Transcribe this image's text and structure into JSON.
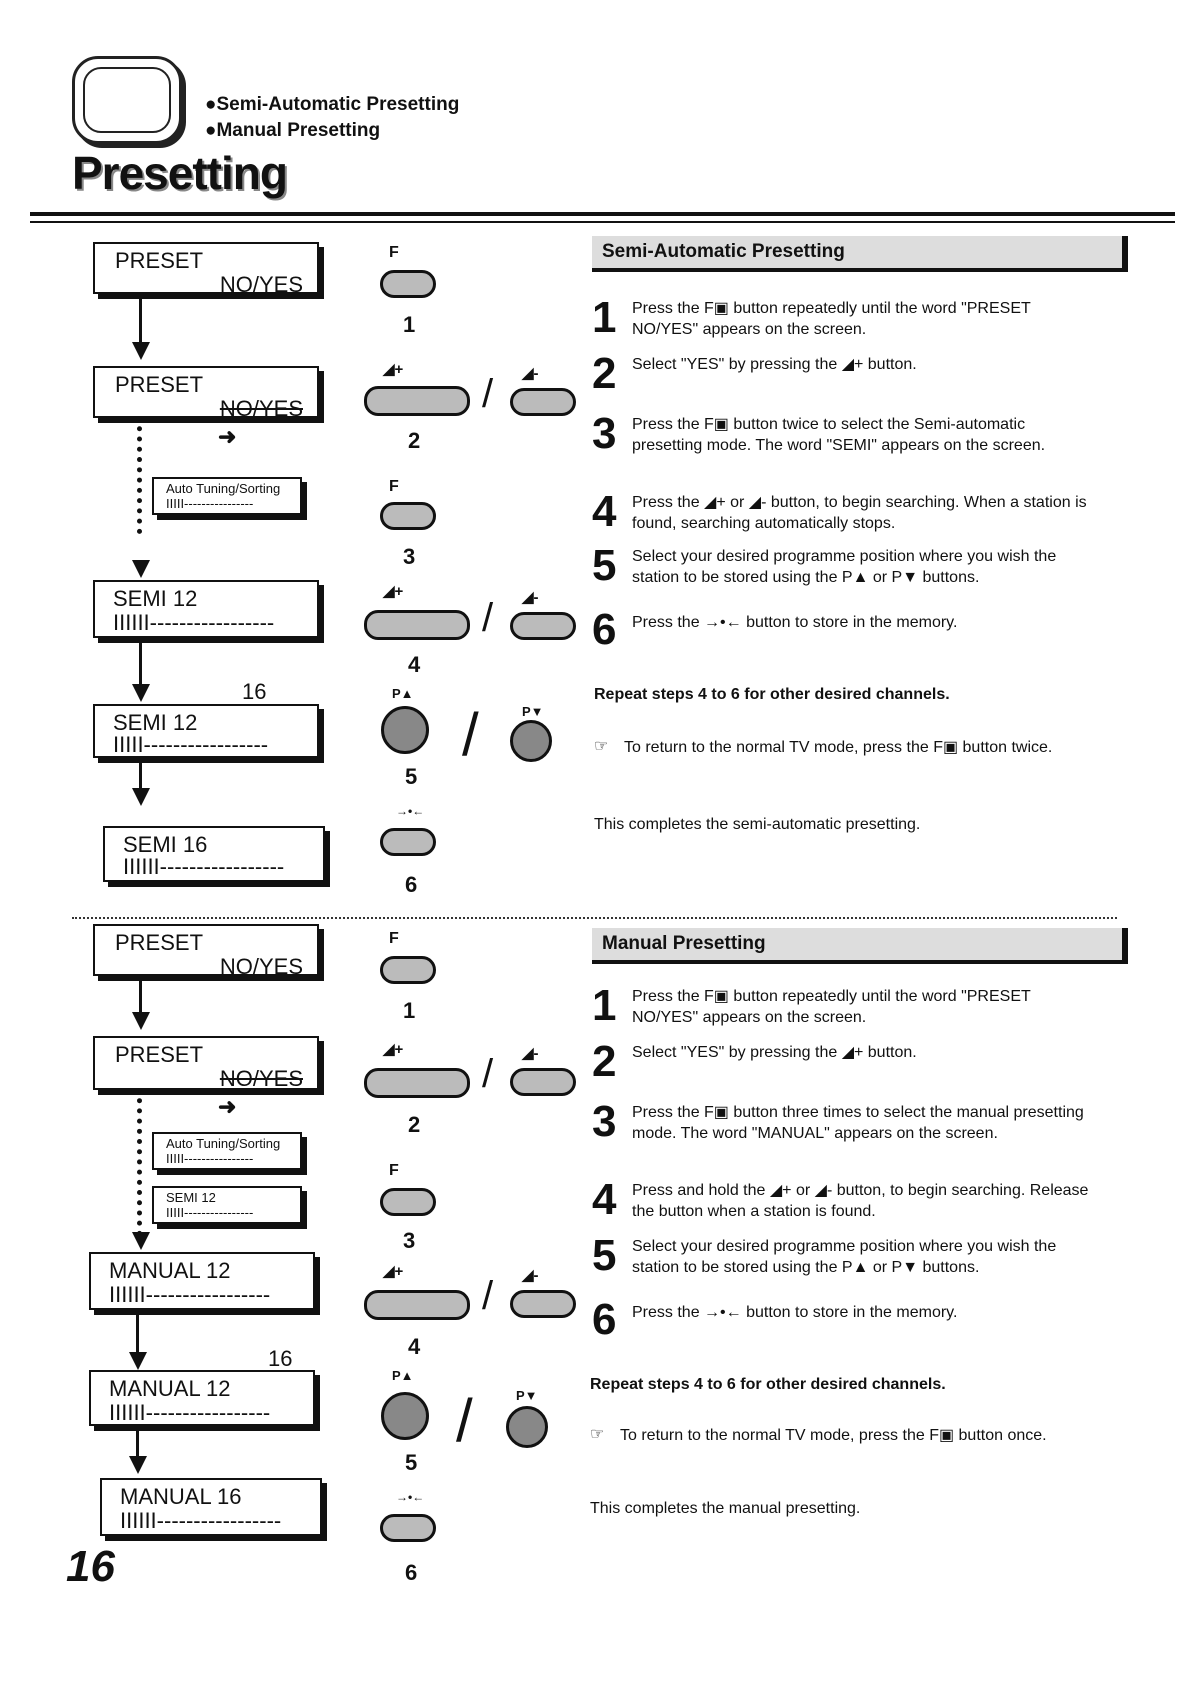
{
  "header": {
    "bullets": [
      "Semi-Automatic Presetting",
      "Manual Presetting"
    ],
    "title": "Presetting"
  },
  "semi": {
    "heading": "Semi-Automatic Presetting",
    "steps": [
      {
        "n": "1",
        "text": "Press the F▣ button repeatedly until the word \"PRESET NO/YES\" appears on the screen."
      },
      {
        "n": "2",
        "text": "Select \"YES\" by pressing the ◢+ button."
      },
      {
        "n": "3",
        "text": "Press the F▣ button twice to select the Semi-automatic presetting mode. The word \"SEMI\" appears on the screen."
      },
      {
        "n": "4",
        "text": "Press the ◢+ or ◢- button, to begin searching. When a station is found, searching automatically stops."
      },
      {
        "n": "5",
        "text": "Select your desired programme position where you wish the station to be stored using the P▲ or P▼ buttons."
      },
      {
        "n": "6",
        "text": "Press the →•← button to store in the memory."
      }
    ],
    "repeat": "Repeat steps 4  to 6 for other desired channels.",
    "note": "To return to the normal TV mode, press the F▣ button twice.",
    "complete": "This completes the semi-automatic presetting.",
    "lcd": [
      {
        "l1": "PRESET",
        "l2": "NO/YES"
      },
      {
        "l1": "PRESET",
        "l2": "NO/YES"
      },
      {
        "l1": "Auto Tuning/Sorting",
        "l2": "IIIII----------------"
      },
      {
        "l1": "SEMI    12",
        "l2": "IIIIII-----------------"
      },
      {
        "l1": "SEMI    12",
        "l2": "IIIII-----------------"
      },
      {
        "l1": "SEMI    16",
        "l2": "IIIIII-----------------"
      }
    ],
    "callout16": "16"
  },
  "manual": {
    "heading": "Manual Presetting",
    "steps": [
      {
        "n": "1",
        "text": "Press the F▣ button repeatedly until the word \"PRESET NO/YES\" appears on the screen."
      },
      {
        "n": "2",
        "text": "Select \"YES\" by pressing the ◢+ button."
      },
      {
        "n": "3",
        "text": "Press the F▣ button three times to select the manual presetting mode. The word \"MANUAL\" appears on the screen."
      },
      {
        "n": "4",
        "text": "Press and hold the ◢+ or ◢- button, to begin searching. Release the button when a station is found."
      },
      {
        "n": "5",
        "text": "Select your desired programme position where you wish the station to be stored using the P▲ or P▼ buttons."
      },
      {
        "n": "6",
        "text": "Press the →•← button to store in the memory."
      }
    ],
    "repeat": "Repeat steps 4  to 6 for other desired channels.",
    "note": "To return to the normal TV mode, press the F▣ button once.",
    "complete": "This completes the manual presetting.",
    "lcd": [
      {
        "l1": "PRESET",
        "l2": "NO/YES"
      },
      {
        "l1": "PRESET",
        "l2": "NO/YES"
      },
      {
        "l1": "Auto Tuning/Sorting",
        "l2": "IIIII----------------"
      },
      {
        "l1": "SEMI    12",
        "l2": "IIIII----------------"
      },
      {
        "l1": "MANUAL  12",
        "l2": "IIIIII-----------------"
      },
      {
        "l1": "MANUAL  12",
        "l2": "IIIIII-----------------"
      },
      {
        "l1": "MANUAL  16",
        "l2": "IIIIII-----------------"
      }
    ],
    "callout16": "16"
  },
  "buttons": {
    "f": "F",
    "plus": "◢+",
    "minus": "◢-",
    "pup": "P▲",
    "pdown": "P▼",
    "store": "→•←",
    "nums": [
      "1",
      "2",
      "3",
      "4",
      "5",
      "6"
    ]
  },
  "page_number": "16"
}
